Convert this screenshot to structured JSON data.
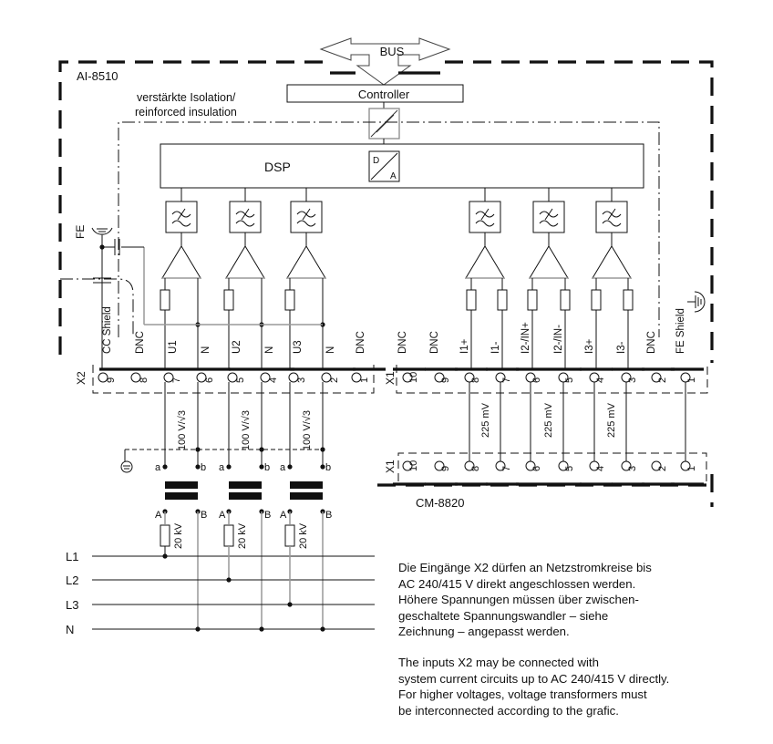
{
  "module_main": "AI-8510",
  "module_cm": "CM-8820",
  "bus_label": "BUS",
  "controller_label": "Controller",
  "dsp_label": "DSP",
  "da_converter": {
    "d": "D",
    "a": "A"
  },
  "insulation_label": [
    "verstärkte Isolation/",
    "reinforced insulation"
  ],
  "fe_label": "FE",
  "x2": {
    "connector": "X2",
    "pins": [
      {
        "num": "9",
        "label": "CC Shield"
      },
      {
        "num": "8",
        "label": "DNC"
      },
      {
        "num": "7",
        "label": "U1"
      },
      {
        "num": "6",
        "label": "N"
      },
      {
        "num": "5",
        "label": "U2"
      },
      {
        "num": "4",
        "label": "N"
      },
      {
        "num": "3",
        "label": "U3"
      },
      {
        "num": "2",
        "label": "N"
      },
      {
        "num": "1",
        "label": "DNC"
      }
    ]
  },
  "x1": {
    "connector": "X1",
    "pins": [
      {
        "num": "10",
        "label": "DNC"
      },
      {
        "num": "9",
        "label": "DNC"
      },
      {
        "num": "8",
        "label": "I1+"
      },
      {
        "num": "7",
        "label": "I1-"
      },
      {
        "num": "6",
        "label": "I2-/IN+"
      },
      {
        "num": "5",
        "label": "I2-/IN-"
      },
      {
        "num": "4",
        "label": "I3+"
      },
      {
        "num": "3",
        "label": "I3-"
      },
      {
        "num": "2",
        "label": "DNC"
      },
      {
        "num": "1",
        "label": "FE Shield"
      }
    ]
  },
  "voltage_label": "100 V/√3",
  "current_label": "225 mV",
  "fuse_label": "20 kV",
  "transformer_terminals": {
    "a": "a",
    "b": "b",
    "A": "A",
    "B": "B"
  },
  "lines": [
    "L1",
    "L2",
    "L3",
    "N"
  ],
  "note_de": "Die Eingänge X2 dürfen an Netzstromkreise bis\nAC 240/415 V direkt angeschlossen werden.\nHöhere Spannungen müssen über zwischen-\ngeschaltete Spannungswandler – siehe\nZeichnung – angepasst werden.",
  "note_en": "The inputs X2 may be connected with\nsystem current circuits up to AC 240/415 V directly.\nFor higher voltages, voltage transformers must\nbe interconnected according to the grafic."
}
